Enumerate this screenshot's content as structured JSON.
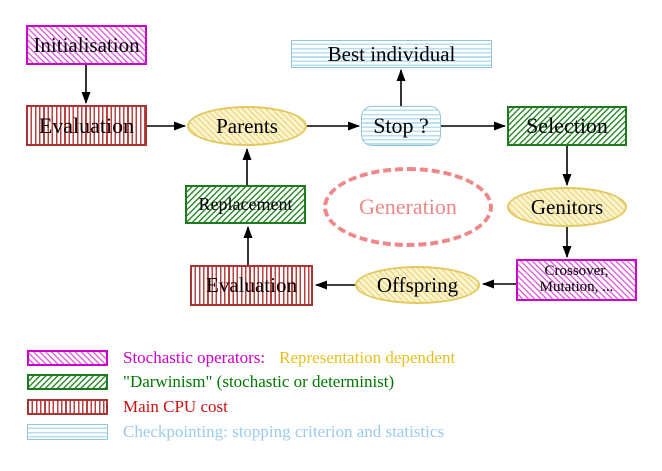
{
  "diagram": {
    "title_semantic": "evolutionary-algorithm-flowchart",
    "nodes": {
      "initialisation": {
        "label": "Initialisation"
      },
      "evaluation_top": {
        "label": "Evaluation"
      },
      "parents": {
        "label": "Parents"
      },
      "best_individual": {
        "label": "Best individual"
      },
      "stop": {
        "label": "Stop ?"
      },
      "selection": {
        "label": "Selection"
      },
      "replacement": {
        "label": "Replacement"
      },
      "generation": {
        "label": "Generation"
      },
      "genitors": {
        "label": "Genitors"
      },
      "crossover_mutation": {
        "line1": "Crossover,",
        "line2": "Mutation, ..."
      },
      "offspring": {
        "label": "Offspring"
      },
      "evaluation_bottom": {
        "label": "Evaluation"
      }
    },
    "legend": [
      {
        "swatch": "magenta-hatch-swatch",
        "text": "Stochastic operators:",
        "text2": "Representation dependent"
      },
      {
        "swatch": "green-hatch-swatch",
        "text": "\"Darwinism\" (stochastic or determinist)"
      },
      {
        "swatch": "red-stripe-swatch",
        "text": "Main CPU cost"
      },
      {
        "swatch": "cyan-stripe-swatch",
        "text": "Checkpointing: stopping criterion and statistics"
      }
    ],
    "colors": {
      "magenta": "#cc00cc",
      "green": "#1e7a1e",
      "red": "#a93232",
      "cyan": "#93c4dc",
      "yellow": "#e2c95f",
      "salmon": "#ee8888",
      "gold_text": "#e6c020",
      "green_text": "#007700",
      "red_text": "#cc1111",
      "cyan_text": "#99ccea",
      "arrow": "#000000"
    }
  }
}
